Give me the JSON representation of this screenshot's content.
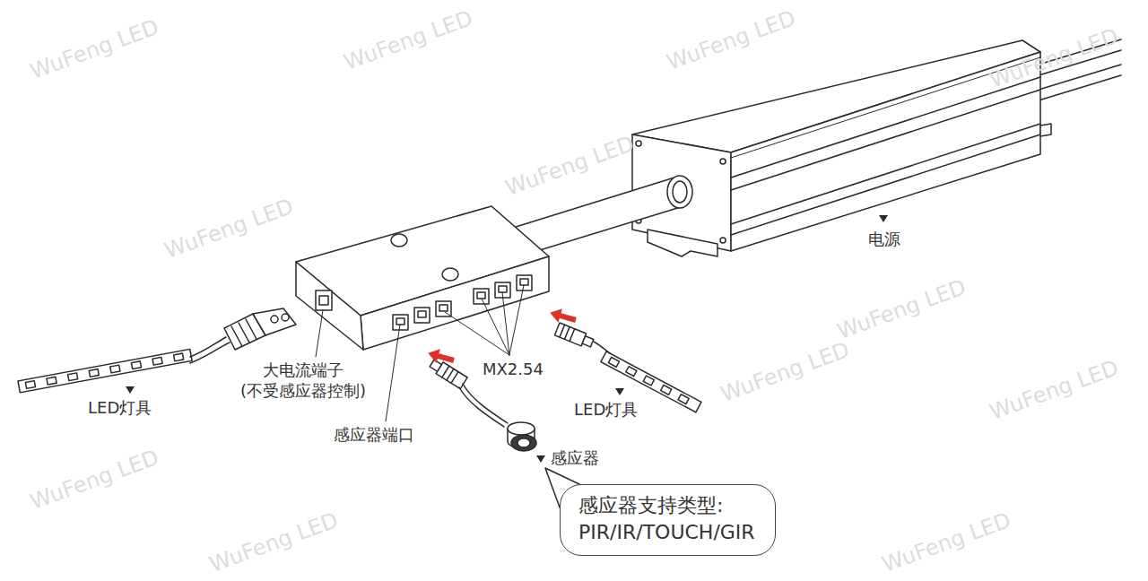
{
  "diagram": {
    "nodes": [
      {
        "text": [
          "感应器支持类型:",
          "PIR/IR/TOUCH/GIR"
        ]
      }
    ],
    "labels": [
      "电源",
      "大电流端子 (不受感应器控制)",
      "LED灯具",
      "感应器端口",
      "MX2.54",
      "LED灯具",
      "感应器",
      "WuFeng LED",
      "WuFeng LED",
      "WuFeng LED",
      "WuFeng LED",
      "WuFeng LED",
      "WuFeng LED",
      "WuFeng LED",
      "WuFeng LED",
      "WuFeng LED",
      "WuFeng LED",
      "WuFeng LED",
      "WuFeng LED"
    ]
  }
}
